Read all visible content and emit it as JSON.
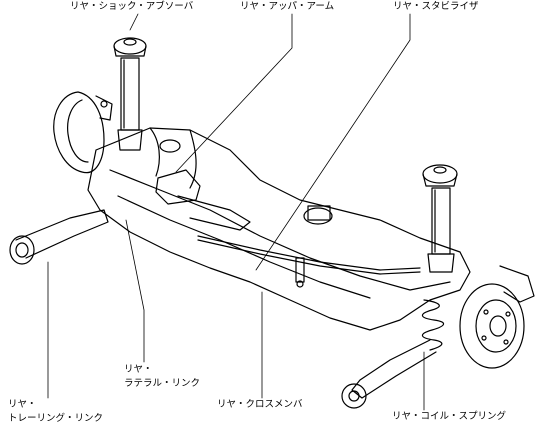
{
  "labels": {
    "rear_shock_absorber": "リヤ・ショック・アブソーバ",
    "rear_upper_arm": "リヤ・アッパ・アーム",
    "rear_stabilizer": "リヤ・スタビライザ",
    "rear_lateral_link_line1": "リヤ・",
    "rear_lateral_link_line2": "ラテラル・リンク",
    "rear_trailing_link_line1": "リヤ・",
    "rear_trailing_link_line2": "トレーリング・リンク",
    "rear_crossmember": "リヤ・クロスメンバ",
    "rear_coil_spring": "リヤ・コイル・スプリング"
  }
}
